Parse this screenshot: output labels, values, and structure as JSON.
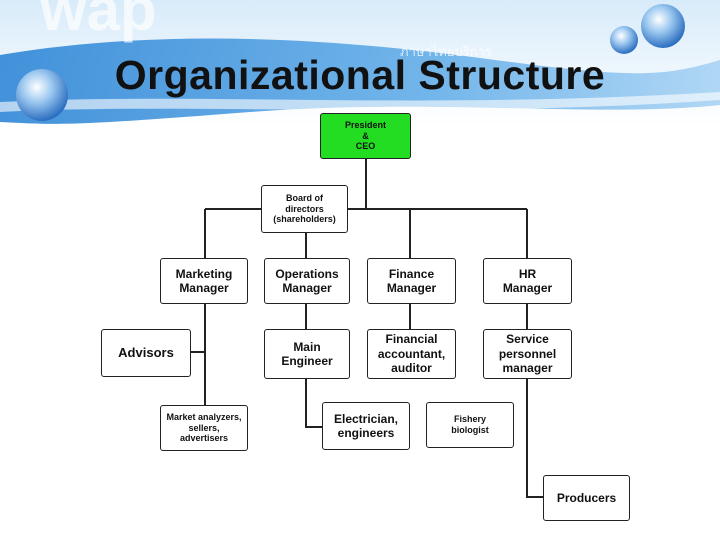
{
  "title": "Organizational Structure",
  "header_text": "wap",
  "header_script": "ภาษาไทยบริการ",
  "colors": {
    "banner": "#5aa2e0",
    "president_box": "#22dd22",
    "line": "#222222"
  },
  "nodes": {
    "president": "President\n&\nCEO",
    "board": "Board of\ndirectors\n(shareholders)",
    "marketing": "Marketing\nManager",
    "operations": "Operations\nManager",
    "finance": "Finance\nManager",
    "hr": "HR\nManager",
    "advisors": "Advisors",
    "main_engineer": "Main\nEngineer",
    "financial_accountant": "Financial\naccountant,\nauditor",
    "service_personnel": "Service\npersonnel\nmanager",
    "market_analyzers": "Market analyzers,\nsellers,\nadvertisers",
    "electrician": "Electrician,\nengineers",
    "fishery": "Fishery\nbiologist",
    "producers": "Producers"
  }
}
